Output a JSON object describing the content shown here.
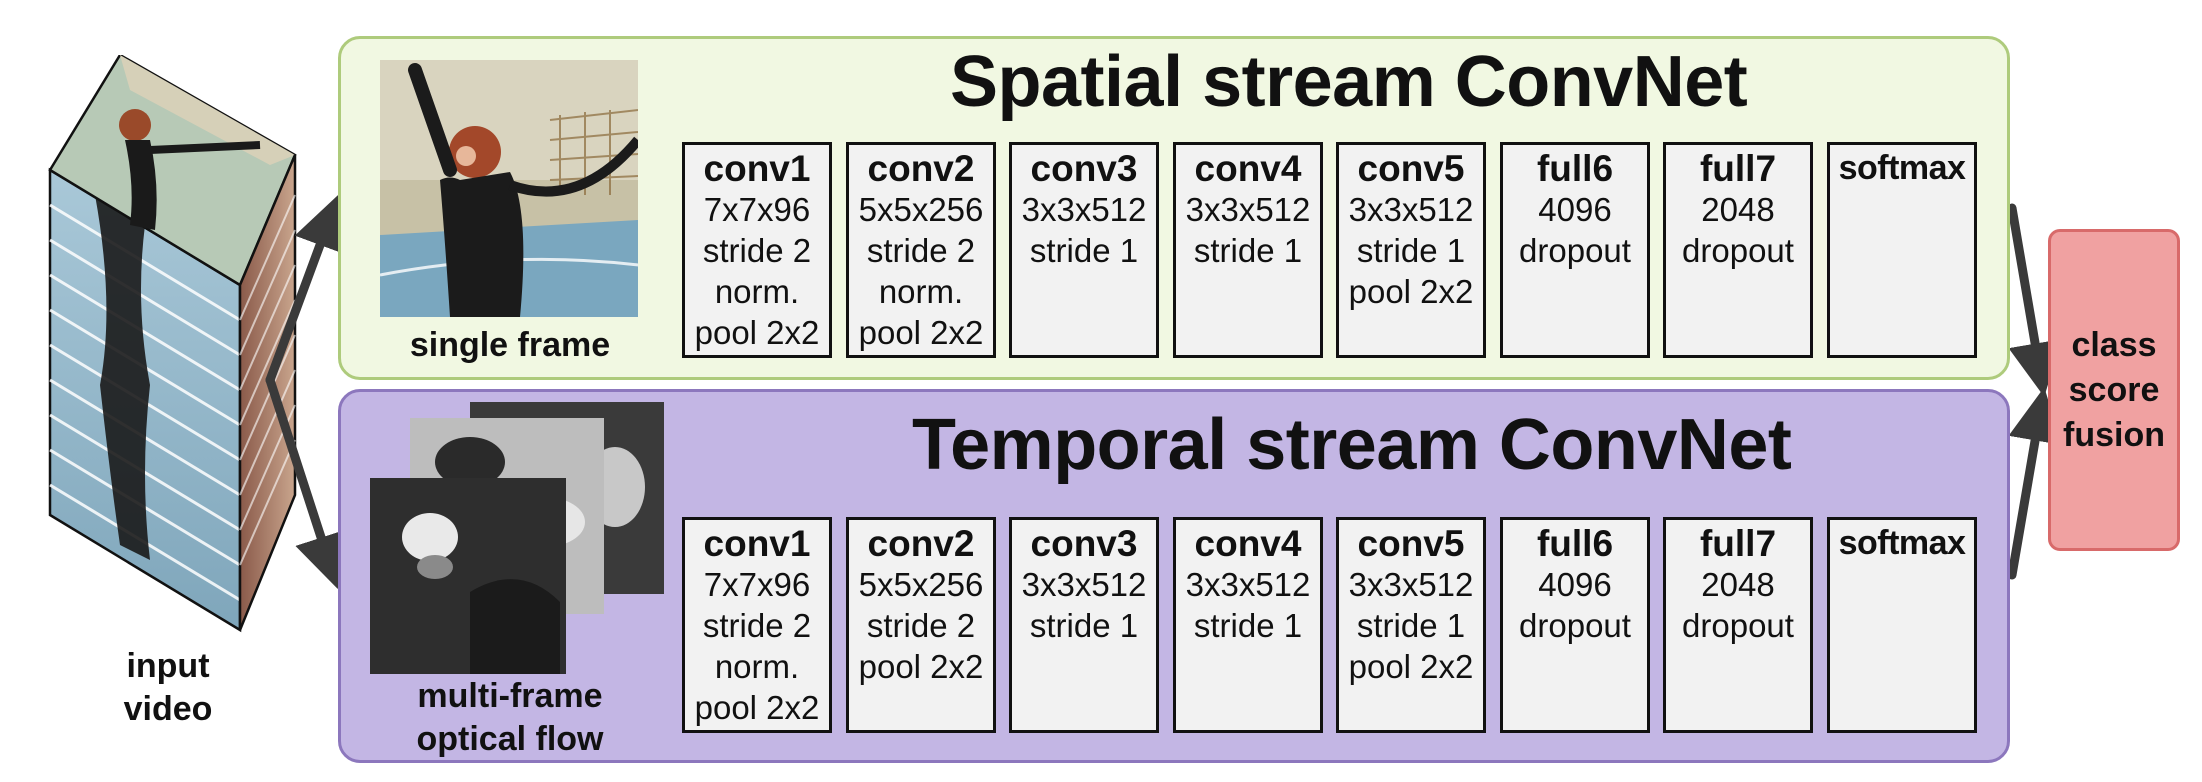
{
  "input": {
    "caption_line1": "input",
    "caption_line2": "video"
  },
  "spatial": {
    "title": "Spatial stream ConvNet",
    "image_caption": "single frame",
    "layers": [
      {
        "name": "conv1",
        "lines": [
          "7x7x96",
          "stride 2",
          "norm.",
          "pool 2x2"
        ]
      },
      {
        "name": "conv2",
        "lines": [
          "5x5x256",
          "stride 2",
          "norm.",
          "pool 2x2"
        ]
      },
      {
        "name": "conv3",
        "lines": [
          "3x3x512",
          "stride 1"
        ]
      },
      {
        "name": "conv4",
        "lines": [
          "3x3x512",
          "stride 1"
        ]
      },
      {
        "name": "conv5",
        "lines": [
          "3x3x512",
          "stride 1",
          "pool 2x2"
        ]
      },
      {
        "name": "full6",
        "lines": [
          "4096",
          "dropout"
        ]
      },
      {
        "name": "full7",
        "lines": [
          "2048",
          "dropout"
        ]
      },
      {
        "name": "softmax",
        "lines": []
      }
    ]
  },
  "temporal": {
    "title": "Temporal stream ConvNet",
    "image_caption_line1": "multi-frame",
    "image_caption_line2": "optical flow",
    "layers": [
      {
        "name": "conv1",
        "lines": [
          "7x7x96",
          "stride 2",
          "norm.",
          "pool 2x2"
        ]
      },
      {
        "name": "conv2",
        "lines": [
          "5x5x256",
          "stride 2",
          "pool 2x2"
        ]
      },
      {
        "name": "conv3",
        "lines": [
          "3x3x512",
          "stride 1"
        ]
      },
      {
        "name": "conv4",
        "lines": [
          "3x3x512",
          "stride 1"
        ]
      },
      {
        "name": "conv5",
        "lines": [
          "3x3x512",
          "stride 1",
          "pool 2x2"
        ]
      },
      {
        "name": "full6",
        "lines": [
          "4096",
          "dropout"
        ]
      },
      {
        "name": "full7",
        "lines": [
          "2048",
          "dropout"
        ]
      },
      {
        "name": "softmax",
        "lines": []
      }
    ]
  },
  "fusion": {
    "line1": "class",
    "line2": "score",
    "line3": "fusion"
  },
  "colors": {
    "spatial_fill": "#f1f8e2",
    "spatial_border": "#aecb7c",
    "temporal_fill": "#c3b6e4",
    "temporal_border": "#8c77bd",
    "fusion_fill": "#f0a1a1",
    "fusion_border": "#d86a6a",
    "layer_fill": "#f2f2f2",
    "arrow": "#3a3a3a"
  }
}
